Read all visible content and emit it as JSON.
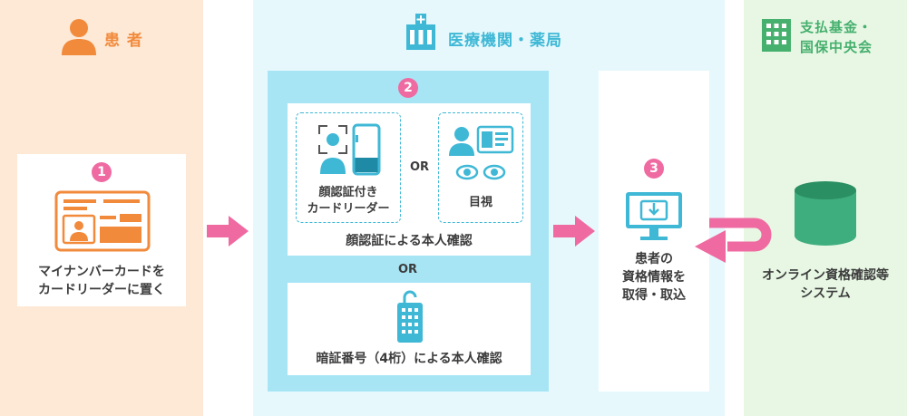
{
  "columns": {
    "patient": {
      "title": "患 者"
    },
    "medical": {
      "title": "医療機関・薬局"
    },
    "fund": {
      "title_line1": "支払基金・",
      "title_line2": "国保中央会"
    }
  },
  "steps": {
    "step1": {
      "number": "1",
      "line1": "マイナンバーカードを",
      "line2": "カードリーダーに置く"
    },
    "step2": {
      "number": "2",
      "face_reader_line1": "顔認証付き",
      "face_reader_line2": "カードリーダー",
      "or_inner": "OR",
      "visual": "目視",
      "face_auth_label": "顔認証による本人確認",
      "or_middle": "OR",
      "pin_label": "暗証番号（4桁）による本人確認"
    },
    "step3": {
      "number": "3",
      "line1": "患者の",
      "line2": "資格情報を",
      "line3": "取得・取込"
    }
  },
  "system": {
    "line1": "オンライン資格確認等",
    "line2": "システム"
  },
  "colors": {
    "patient_accent": "#f28a3c",
    "medical_accent": "#3fb8d6",
    "fund_accent": "#46b06e",
    "badge": "#ef6aa1",
    "arrow": "#ef6aa1",
    "database": "#3fae7f"
  },
  "icons": [
    "person-icon",
    "hospital-icon",
    "building-icon",
    "id-card-icon",
    "face-reader-icon",
    "eye-icon",
    "pin-pad-icon",
    "computer-icon",
    "database-icon"
  ]
}
